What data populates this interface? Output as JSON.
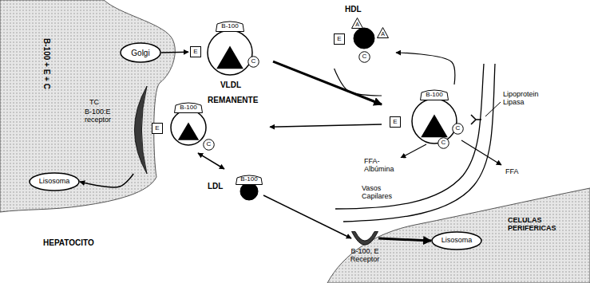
{
  "diagram": {
    "nodes": [
      {
        "text": [
          "Golgi"
        ]
      },
      {
        "text": [
          "VLDL"
        ]
      },
      {
        "text": [
          "B-100"
        ],
        "in": 1
      },
      {
        "text": [
          "E"
        ],
        "in": 1
      },
      {
        "text": [
          "C"
        ],
        "in": 1
      },
      {
        "text": [
          "HDL"
        ]
      },
      {
        "text": [
          "A"
        ],
        "in": 5
      },
      {
        "text": [
          "A"
        ],
        "in": 5
      },
      {
        "text": [
          "E"
        ],
        "in": 5
      },
      {
        "text": [
          "C"
        ],
        "in": 5
      },
      {
        "text": [
          "REMANENTE"
        ]
      },
      {
        "text": [
          "B-100"
        ],
        "in": 10
      },
      {
        "text": [
          "E"
        ],
        "in": 10
      },
      {
        "text": [
          "C"
        ],
        "in": 10
      },
      {
        "text": [
          "B-100:E receptor"
        ]
      },
      {
        "text": []
      },
      {
        "text": [
          "B-100"
        ],
        "in": 15
      },
      {
        "text": [
          "E"
        ],
        "in": 15
      },
      {
        "text": [
          "C"
        ],
        "in": 15
      },
      {
        "text": [
          "C"
        ],
        "in": 15
      },
      {
        "text": [
          "Lisosoma"
        ]
      },
      {
        "text": [
          "LDL"
        ]
      },
      {
        "text": [
          "B-100"
        ],
        "in": 21
      },
      {
        "text": [
          "B-100, E Receptor"
        ]
      },
      {
        "text": [
          "Lisosoma"
        ]
      }
    ],
    "edges": [
      {
        "from": 0,
        "to": 1,
        "arrow": "to"
      },
      {
        "from": 1,
        "to": 15,
        "arrow": "to"
      },
      {
        "from": 5,
        "to": 15,
        "arrow": "none"
      },
      {
        "from": 15,
        "to": 5,
        "arrow": "to"
      },
      {
        "from": 15,
        "to": 10,
        "arrow": "to"
      },
      {
        "from": 10,
        "to": 21,
        "arrow": "both"
      },
      {
        "from": 21,
        "to": 23,
        "arrow": "to"
      },
      {
        "from": 14,
        "to": 20,
        "arrow": "to"
      },
      {
        "from": 23,
        "to": 24,
        "arrow": "to"
      }
    ],
    "labels": [
      "B-100 + E + C",
      "TC",
      "HEPATOCITO",
      "Lipoprotein Lipasa",
      "FFA- Albúmina",
      "FFA",
      "Vasos Capilares",
      "CELULAS PERIFERICAS"
    ]
  }
}
